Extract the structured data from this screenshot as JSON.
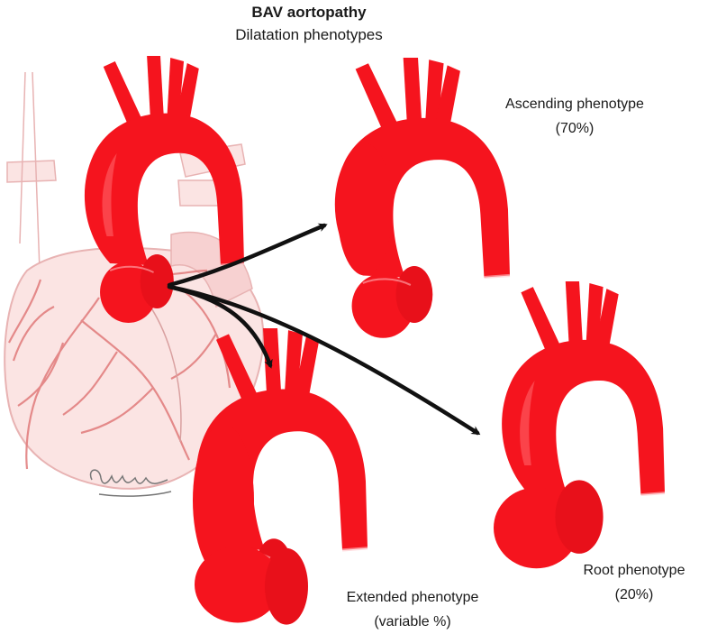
{
  "diagram": {
    "title": "BAV aortopathy",
    "subtitle": "Dilatation phenotypes",
    "phenotypes": [
      {
        "id": "ascending",
        "name": "Ascending phenotype",
        "percent": "(70%)"
      },
      {
        "id": "root",
        "name": "Root phenotype",
        "percent": "(20%)"
      },
      {
        "id": "extended",
        "name": "Extended phenotype",
        "percent": "(variable %)"
      }
    ],
    "artist_signature": "Clingman"
  },
  "colors": {
    "aorta_red": "#f5141e",
    "aorta_highlight": "#ff6a70",
    "heart_fill": "#fbe4e3",
    "heart_outline": "#e8b3b3",
    "coronary_vessel": "#e07a7a",
    "arrow": "#111111"
  }
}
